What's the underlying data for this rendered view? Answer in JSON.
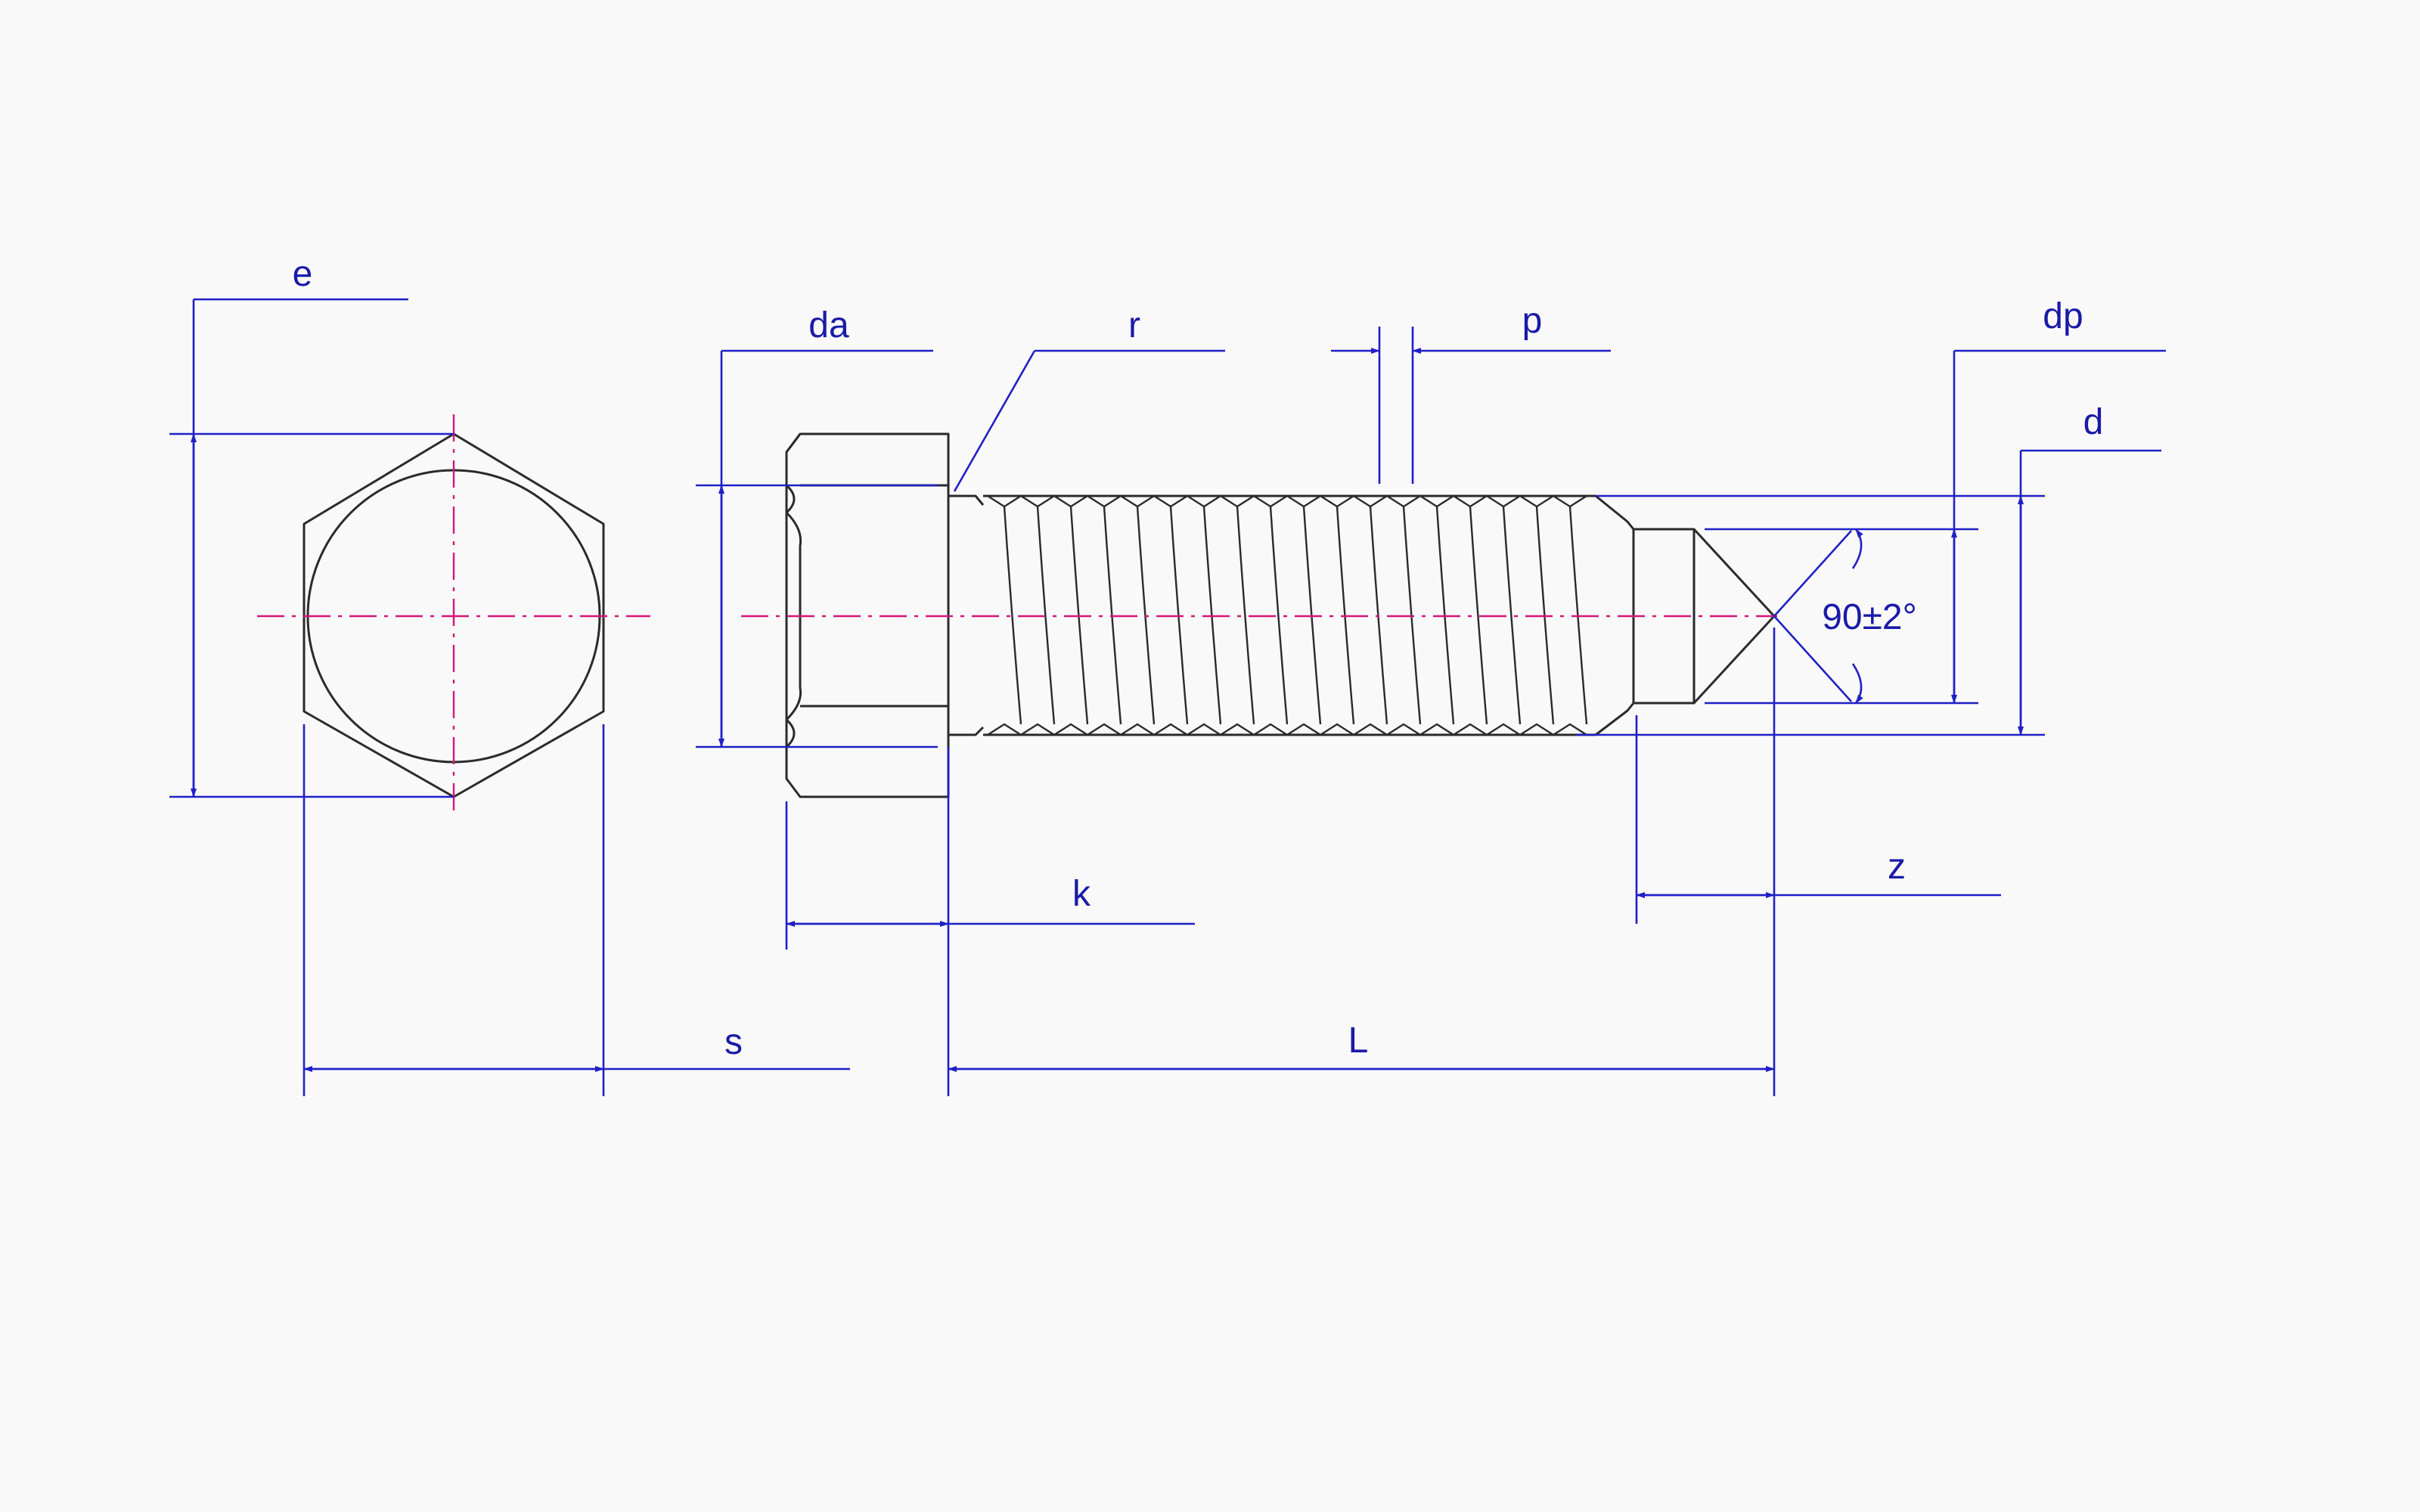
{
  "colors": {
    "outline": "#2b2b2b",
    "dimension": "#2020c8",
    "centerline": "#d6157a",
    "background": "#f9f9f9"
  },
  "labels": {
    "e": "e",
    "s": "s",
    "da": "da",
    "r": "r",
    "p": "p",
    "dp": "dp",
    "d": "d",
    "k": "k",
    "L": "L",
    "z": "z",
    "angle": "90±2°"
  }
}
